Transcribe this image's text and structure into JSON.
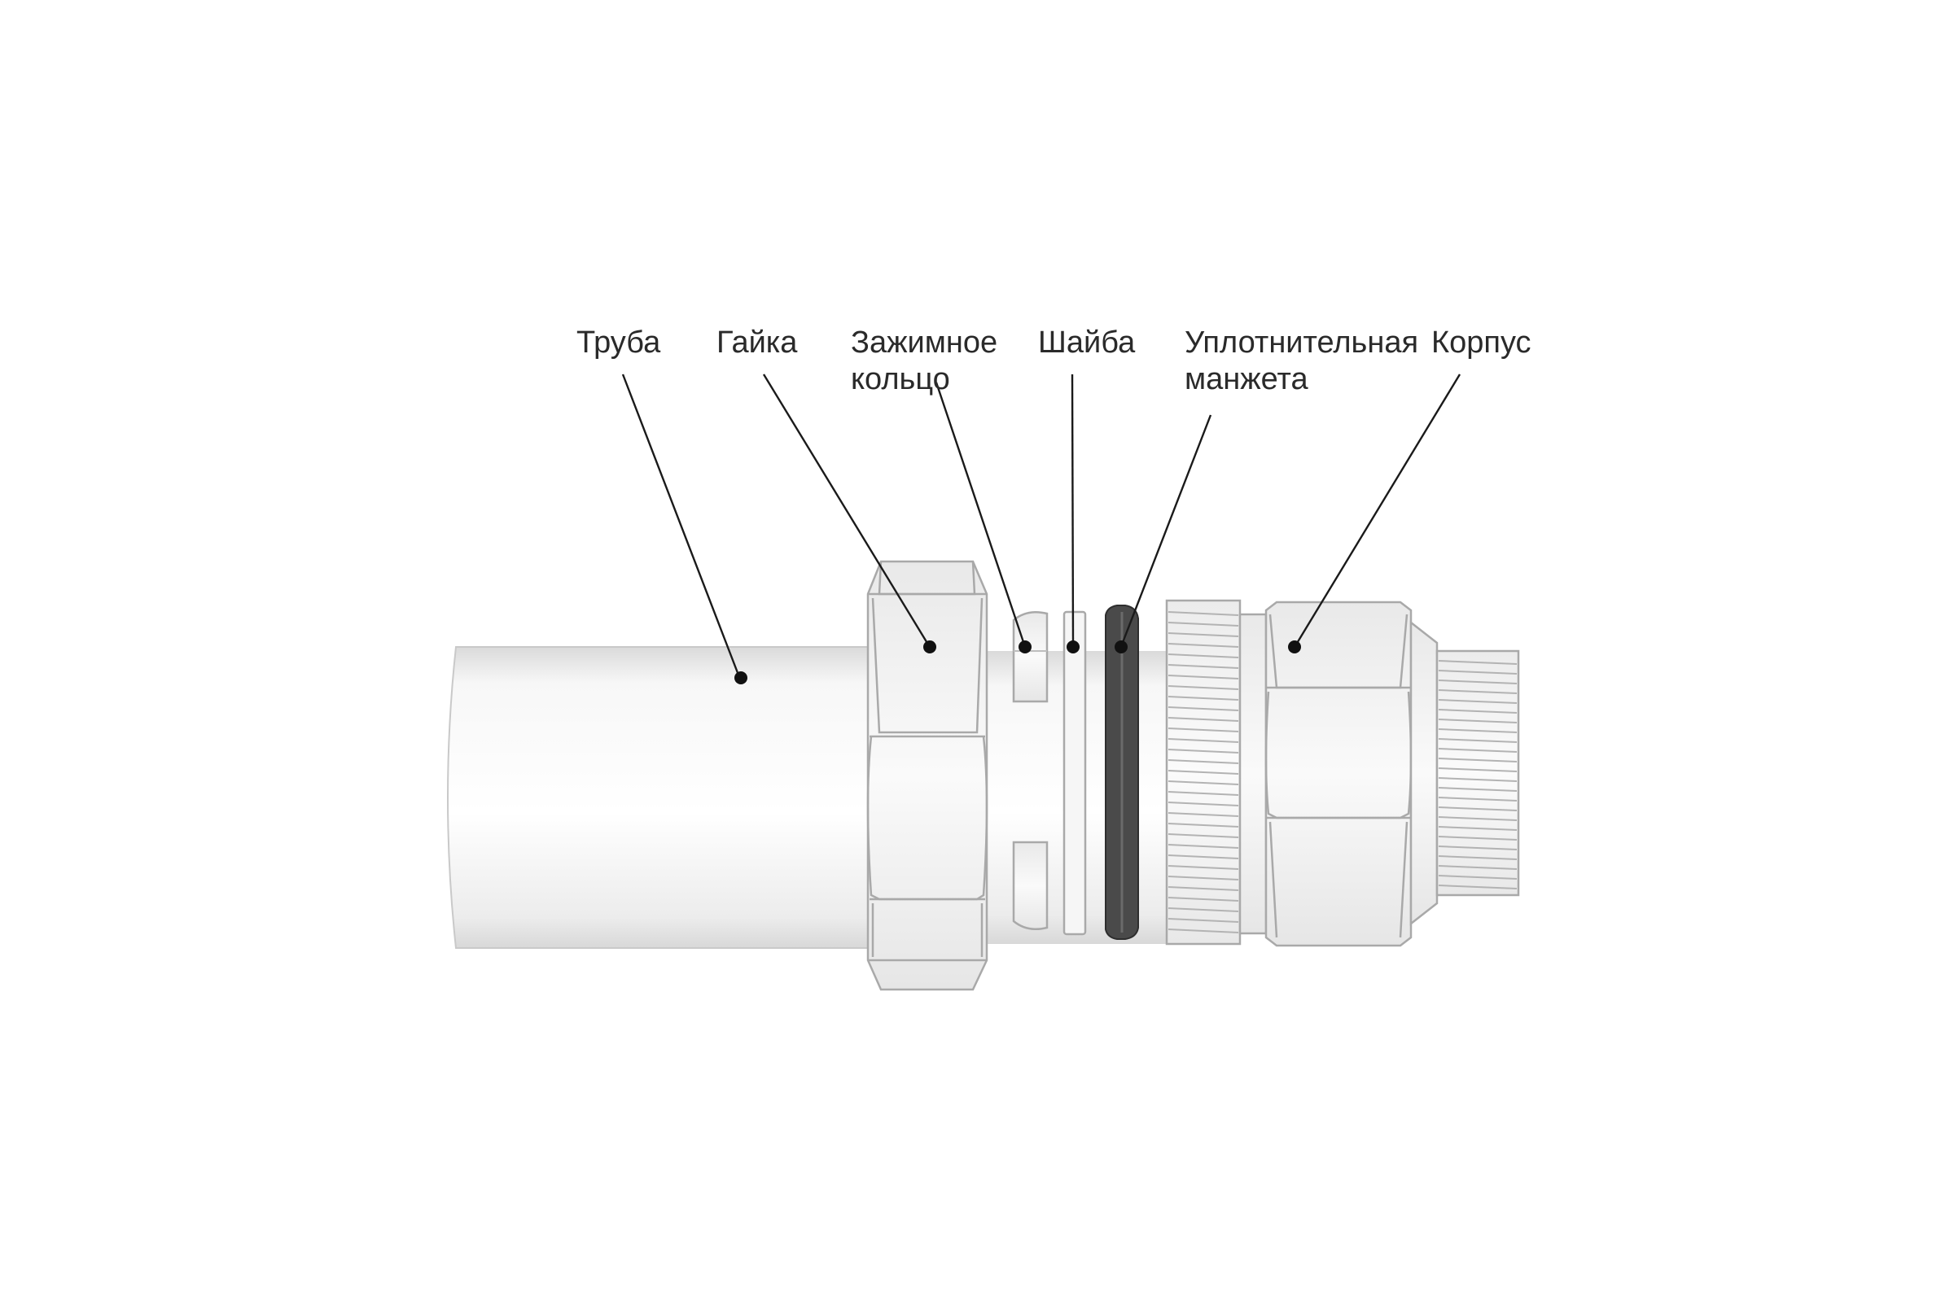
{
  "labels": {
    "pipe": "Труба",
    "nut": "Гайка",
    "ring_line1": "Зажимное",
    "ring_line2": "кольцо",
    "washer": "Шайба",
    "seal_line1": "Уплотнительная",
    "seal_line2": "манжета",
    "body": "Корпус"
  },
  "colors": {
    "part_light": "#f4f4f4",
    "part_mid": "#e2e2e2",
    "part_outline": "#a9a9a9",
    "seal_dark": "#4a4a4a",
    "leader_line": "#1a1a1a"
  }
}
